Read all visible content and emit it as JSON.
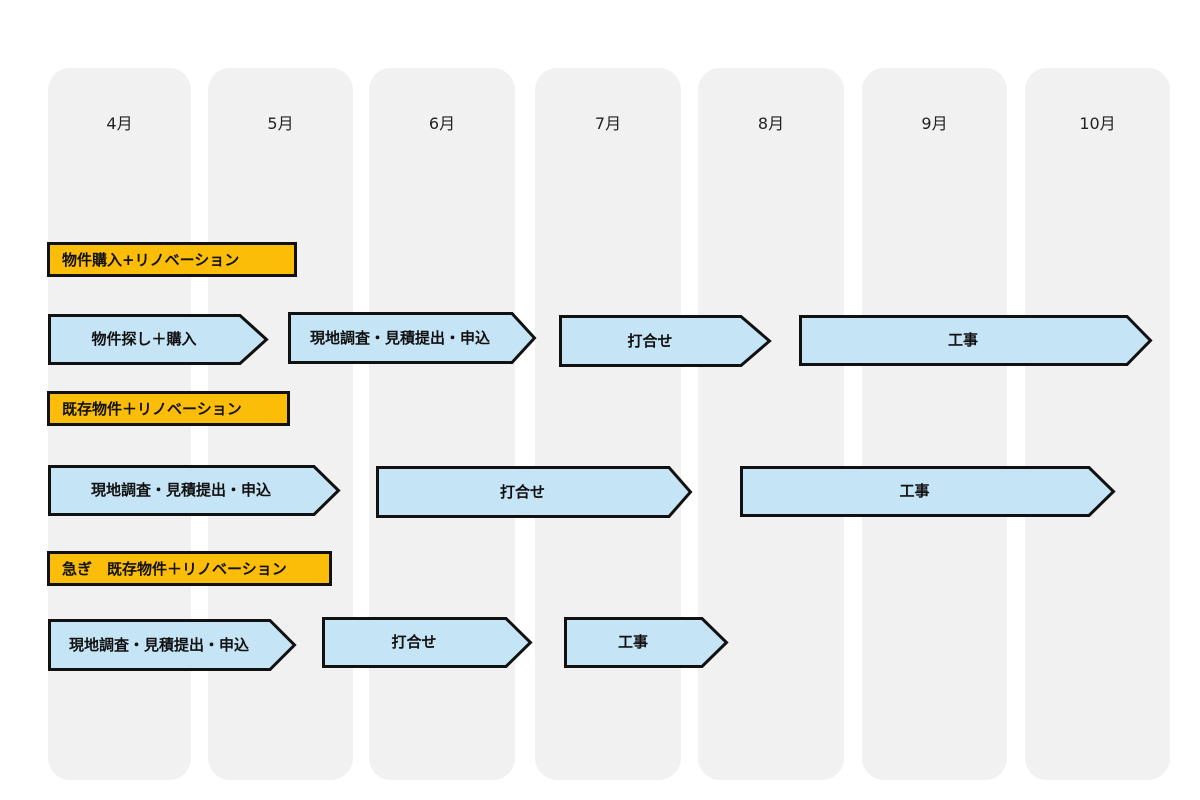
{
  "months": [
    "4月",
    "5月",
    "6月",
    "7月",
    "8月",
    "9月",
    "10月"
  ],
  "sections": [
    {
      "label": "物件購入+リノベーション",
      "steps": [
        "物件探し＋購入",
        "現地調査・見積提出・申込",
        "打合せ",
        "工事"
      ]
    },
    {
      "label": "既存物件＋リノベーション",
      "steps": [
        "現地調査・見積提出・申込",
        "打合せ",
        "工事"
      ]
    },
    {
      "label": "急ぎ　既存物件＋リノベーション",
      "steps": [
        "現地調査・見積提出・申込",
        "打合せ",
        "工事"
      ]
    }
  ],
  "colors": {
    "column_bg": "#f1f1f1",
    "label_bg": "#fbbd08",
    "arrow_fill": "#c5e4f5",
    "stroke": "#111111"
  }
}
